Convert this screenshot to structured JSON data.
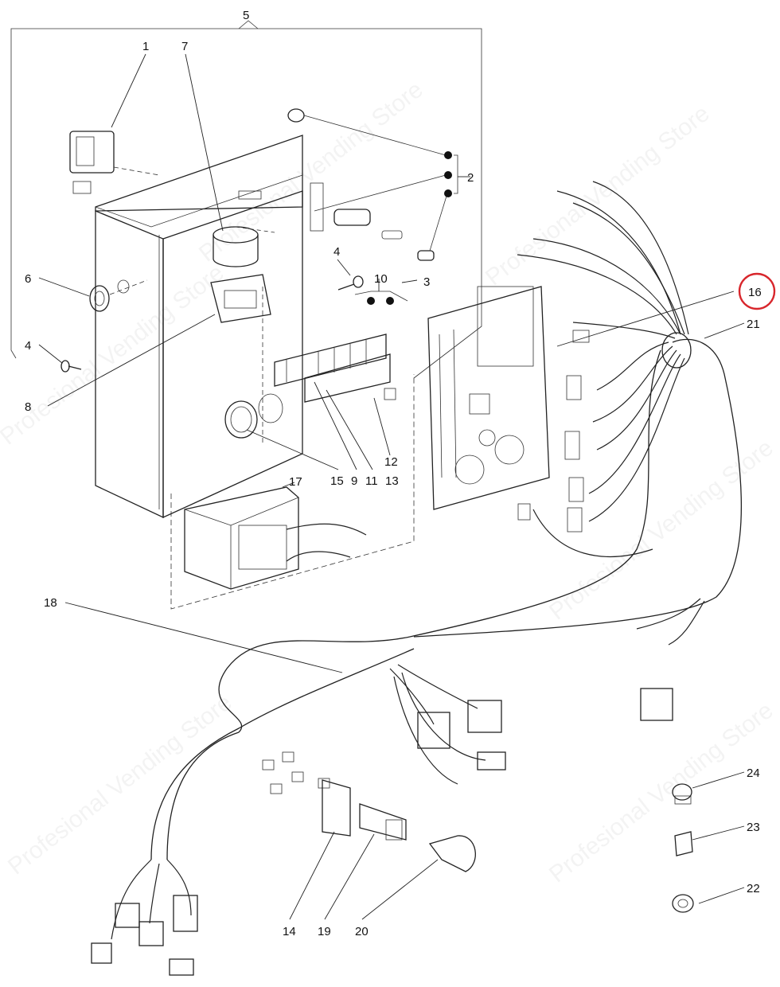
{
  "watermark": "Profesional Vending Store",
  "highlight": {
    "label": "16",
    "color": "#d8262c"
  },
  "callouts": {
    "c1": "1",
    "c2": "2",
    "c3": "3",
    "c4a": "4",
    "c4b": "4",
    "c5": "5",
    "c6": "6",
    "c7": "7",
    "c8": "8",
    "c9": "9",
    "c10": "10",
    "c11": "11",
    "c12": "12",
    "c13": "13",
    "c14": "14",
    "c15": "15",
    "c16": "16",
    "c17": "17",
    "c18": "18",
    "c19": "19",
    "c20": "20",
    "c21": "21",
    "c22": "22",
    "c23": "23",
    "c24": "24"
  }
}
